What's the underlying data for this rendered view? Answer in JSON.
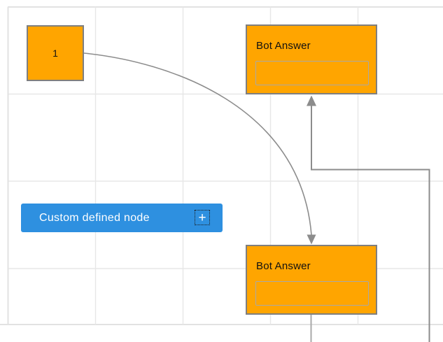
{
  "diagram": {
    "node_start": {
      "label": "1"
    },
    "node_bot_top": {
      "title": "Bot Answer",
      "input_value": "",
      "input_placeholder": ""
    },
    "node_bot_bottom": {
      "title": "Bot Answer",
      "input_value": "",
      "input_placeholder": ""
    },
    "palette_button": {
      "label": "Custom defined node",
      "plus_glyph": "+"
    },
    "connectors": [
      {
        "name": "curved-link",
        "from": "node-start",
        "to": "node-bot-bottom",
        "style": "smooth-curve",
        "arrow": "down"
      },
      {
        "name": "elbow-link",
        "to": "node-bot-top",
        "style": "orthogonal",
        "arrow": "up"
      },
      {
        "name": "stub-link",
        "from": "node-bot-bottom",
        "style": "straight-down"
      }
    ]
  },
  "colors": {
    "node_fill": "#FFA500",
    "node_border": "#7f7f7f",
    "accent_blue": "#2E90E0",
    "grid_color": "#e7e7e7",
    "connector_color": "#8c8c8c",
    "input_border": "#a8a8a8"
  }
}
